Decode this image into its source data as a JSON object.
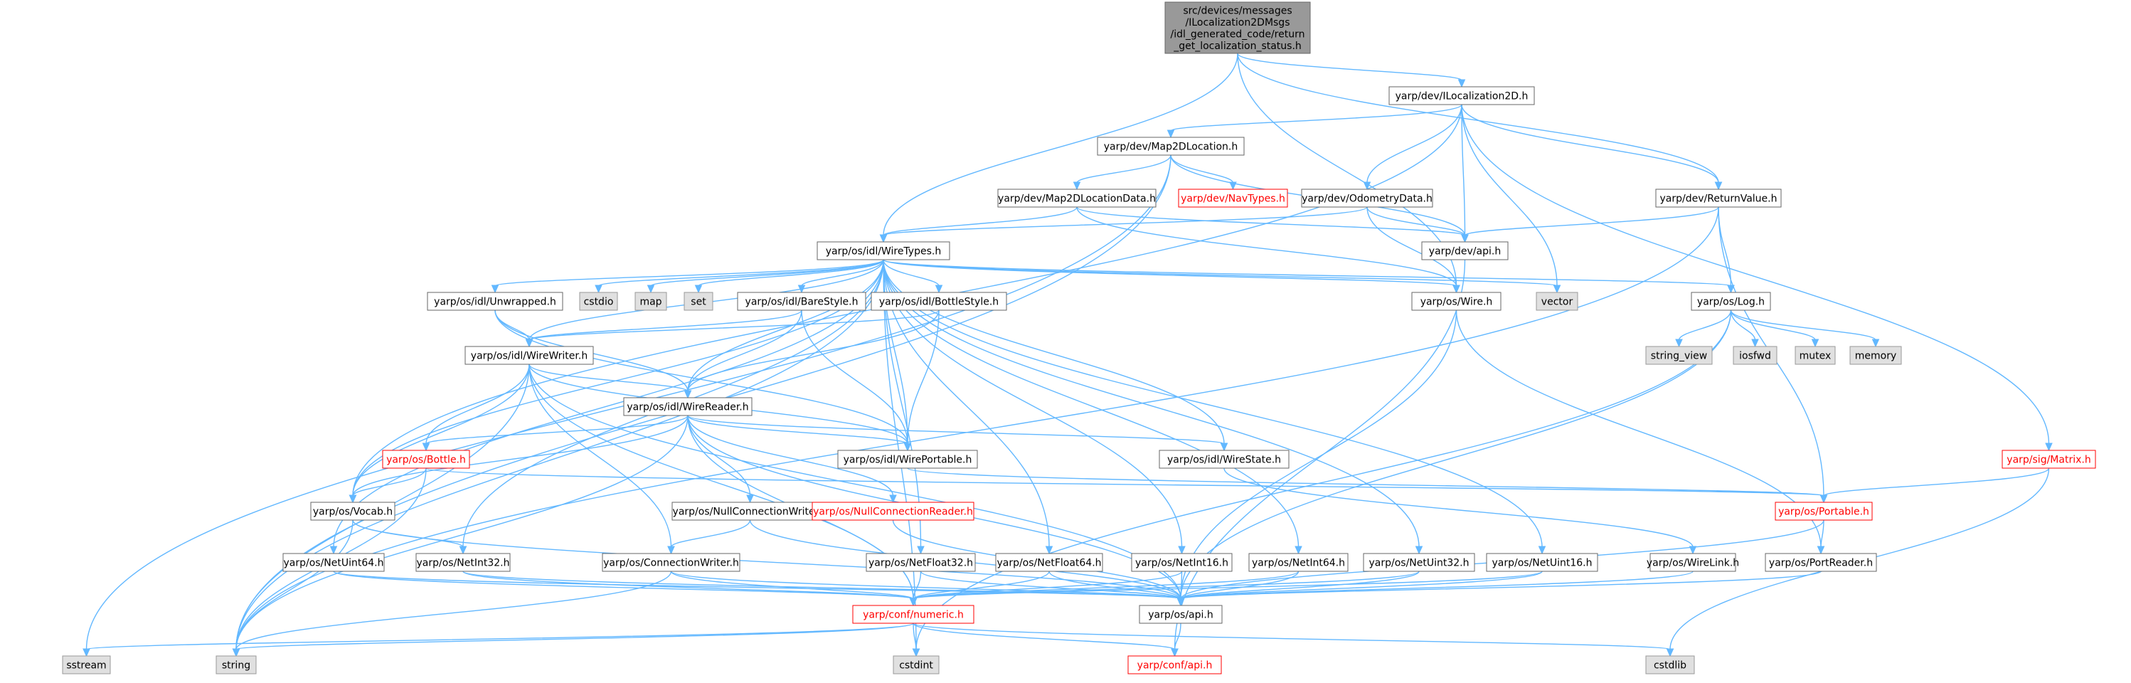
{
  "theme": {
    "edge_color": "#63b8ff",
    "root_fill": "#999999",
    "node_fill": "#ffffff",
    "node_border": "#666666",
    "system_fill": "#e0e0e0",
    "system_border": "#999999",
    "missing_border": "#ff0000",
    "missing_text": "#ff0000",
    "text_color": "#000000"
  },
  "nodes": [
    {
      "id": "root",
      "kind": "root",
      "lines": [
        "src/devices/messages",
        "/ILocalization2DMsgs",
        "/idl_generated_code/return",
        "_get_localization_status.h"
      ]
    },
    {
      "id": "ilocalization2d",
      "kind": "normal",
      "lines": [
        "yarp/dev/ILocalization2D.h"
      ]
    },
    {
      "id": "map2dlocation",
      "kind": "normal",
      "lines": [
        "yarp/dev/Map2DLocation.h"
      ]
    },
    {
      "id": "map2dlocationdata",
      "kind": "normal",
      "lines": [
        "yarp/dev/Map2DLocationData.h"
      ]
    },
    {
      "id": "navtypes",
      "kind": "missing",
      "lines": [
        "yarp/dev/NavTypes.h"
      ]
    },
    {
      "id": "odometrydata",
      "kind": "normal",
      "lines": [
        "yarp/dev/OdometryData.h"
      ]
    },
    {
      "id": "returnvalue",
      "kind": "normal",
      "lines": [
        "yarp/dev/ReturnValue.h"
      ]
    },
    {
      "id": "devapi",
      "kind": "normal",
      "lines": [
        "yarp/dev/api.h"
      ]
    },
    {
      "id": "wiretypes",
      "kind": "normal",
      "lines": [
        "yarp/os/idl/WireTypes.h"
      ]
    },
    {
      "id": "cstdio",
      "kind": "system",
      "lines": [
        "cstdio"
      ]
    },
    {
      "id": "map",
      "kind": "system",
      "lines": [
        "map"
      ]
    },
    {
      "id": "set",
      "kind": "system",
      "lines": [
        "set"
      ]
    },
    {
      "id": "vector",
      "kind": "system",
      "lines": [
        "vector"
      ]
    },
    {
      "id": "unwrapped",
      "kind": "normal",
      "lines": [
        "yarp/os/idl/Unwrapped.h"
      ]
    },
    {
      "id": "barestyle",
      "kind": "normal",
      "lines": [
        "yarp/os/idl/BareStyle.h"
      ]
    },
    {
      "id": "bottlestyle",
      "kind": "normal",
      "lines": [
        "yarp/os/idl/BottleStyle.h"
      ]
    },
    {
      "id": "wire",
      "kind": "normal",
      "lines": [
        "yarp/os/Wire.h"
      ]
    },
    {
      "id": "log",
      "kind": "normal",
      "lines": [
        "yarp/os/Log.h"
      ]
    },
    {
      "id": "string_view",
      "kind": "system",
      "lines": [
        "string_view"
      ]
    },
    {
      "id": "iosfwd",
      "kind": "system",
      "lines": [
        "iosfwd"
      ]
    },
    {
      "id": "mutex",
      "kind": "system",
      "lines": [
        "mutex"
      ]
    },
    {
      "id": "memory",
      "kind": "system",
      "lines": [
        "memory"
      ]
    },
    {
      "id": "wirewriter",
      "kind": "normal",
      "lines": [
        "yarp/os/idl/WireWriter.h"
      ]
    },
    {
      "id": "wirereader",
      "kind": "normal",
      "lines": [
        "yarp/os/idl/WireReader.h"
      ]
    },
    {
      "id": "bottle",
      "kind": "missing",
      "lines": [
        "yarp/os/Bottle.h"
      ]
    },
    {
      "id": "wireportable",
      "kind": "normal",
      "lines": [
        "yarp/os/idl/WirePortable.h"
      ]
    },
    {
      "id": "wirestate",
      "kind": "normal",
      "lines": [
        "yarp/os/idl/WireState.h"
      ]
    },
    {
      "id": "matrix",
      "kind": "missing",
      "lines": [
        "yarp/sig/Matrix.h"
      ]
    },
    {
      "id": "vocab",
      "kind": "normal",
      "lines": [
        "yarp/os/Vocab.h"
      ]
    },
    {
      "id": "nullconnwriter",
      "kind": "normal",
      "lines": [
        "yarp/os/NullConnectionWriter.h"
      ]
    },
    {
      "id": "nullconnreader",
      "kind": "missing",
      "lines": [
        "yarp/os/NullConnectionReader.h"
      ]
    },
    {
      "id": "portable",
      "kind": "missing",
      "lines": [
        "yarp/os/Portable.h"
      ]
    },
    {
      "id": "connwriter",
      "kind": "normal",
      "lines": [
        "yarp/os/ConnectionWriter.h"
      ]
    },
    {
      "id": "netuint64",
      "kind": "normal",
      "lines": [
        "yarp/os/NetUint64.h"
      ]
    },
    {
      "id": "netint32",
      "kind": "normal",
      "lines": [
        "yarp/os/NetInt32.h"
      ]
    },
    {
      "id": "netfloat32",
      "kind": "normal",
      "lines": [
        "yarp/os/NetFloat32.h"
      ]
    },
    {
      "id": "netfloat64",
      "kind": "normal",
      "lines": [
        "yarp/os/NetFloat64.h"
      ]
    },
    {
      "id": "netint16",
      "kind": "normal",
      "lines": [
        "yarp/os/NetInt16.h"
      ]
    },
    {
      "id": "netint64",
      "kind": "normal",
      "lines": [
        "yarp/os/NetInt64.h"
      ]
    },
    {
      "id": "netuint32",
      "kind": "normal",
      "lines": [
        "yarp/os/NetUint32.h"
      ]
    },
    {
      "id": "netuint16",
      "kind": "normal",
      "lines": [
        "yarp/os/NetUint16.h"
      ]
    },
    {
      "id": "wirelink",
      "kind": "normal",
      "lines": [
        "yarp/os/WireLink.h"
      ]
    },
    {
      "id": "portreader",
      "kind": "normal",
      "lines": [
        "yarp/os/PortReader.h"
      ]
    },
    {
      "id": "confnumeric",
      "kind": "missing",
      "lines": [
        "yarp/conf/numeric.h"
      ]
    },
    {
      "id": "osapi",
      "kind": "normal",
      "lines": [
        "yarp/os/api.h"
      ]
    },
    {
      "id": "sstream",
      "kind": "system",
      "lines": [
        "sstream"
      ]
    },
    {
      "id": "string",
      "kind": "system",
      "lines": [
        "string"
      ]
    },
    {
      "id": "cstdint",
      "kind": "system",
      "lines": [
        "cstdint"
      ]
    },
    {
      "id": "confapi",
      "kind": "missing",
      "lines": [
        "yarp/conf/api.h"
      ]
    },
    {
      "id": "cstdlib",
      "kind": "system",
      "lines": [
        "cstdlib"
      ]
    }
  ],
  "edges": [
    [
      "root",
      "ilocalization2d"
    ],
    [
      "root",
      "returnvalue"
    ],
    [
      "root",
      "wiretypes"
    ],
    [
      "root",
      "wire"
    ],
    [
      "ilocalization2d",
      "map2dlocation"
    ],
    [
      "ilocalization2d",
      "odometrydata"
    ],
    [
      "ilocalization2d",
      "returnvalue"
    ],
    [
      "ilocalization2d",
      "devapi"
    ],
    [
      "ilocalization2d",
      "vector"
    ],
    [
      "ilocalization2d",
      "vocab"
    ],
    [
      "ilocalization2d",
      "matrix"
    ],
    [
      "map2dlocation",
      "map2dlocationdata"
    ],
    [
      "map2dlocation",
      "navtypes"
    ],
    [
      "map2dlocation",
      "devapi"
    ],
    [
      "map2dlocation",
      "sstream"
    ],
    [
      "map2dlocation",
      "string"
    ],
    [
      "map2dlocationdata",
      "wiretypes"
    ],
    [
      "map2dlocationdata",
      "devapi"
    ],
    [
      "map2dlocationdata",
      "wire"
    ],
    [
      "odometrydata",
      "wiretypes"
    ],
    [
      "odometrydata",
      "devapi"
    ],
    [
      "odometrydata",
      "wire"
    ],
    [
      "returnvalue",
      "devapi"
    ],
    [
      "returnvalue",
      "log"
    ],
    [
      "returnvalue",
      "portable"
    ],
    [
      "returnvalue",
      "string"
    ],
    [
      "devapi",
      "confapi"
    ],
    [
      "wiretypes",
      "cstdio"
    ],
    [
      "wiretypes",
      "map"
    ],
    [
      "wiretypes",
      "set"
    ],
    [
      "wiretypes",
      "vector"
    ],
    [
      "wiretypes",
      "unwrapped"
    ],
    [
      "wiretypes",
      "barestyle"
    ],
    [
      "wiretypes",
      "bottlestyle"
    ],
    [
      "wiretypes",
      "wire"
    ],
    [
      "wiretypes",
      "log"
    ],
    [
      "wiretypes",
      "wirewriter"
    ],
    [
      "wiretypes",
      "wirereader"
    ],
    [
      "wiretypes",
      "wireportable"
    ],
    [
      "wiretypes",
      "wirestate"
    ],
    [
      "wiretypes",
      "string"
    ],
    [
      "wiretypes",
      "cstdint"
    ],
    [
      "wiretypes",
      "netuint64"
    ],
    [
      "wiretypes",
      "netint32"
    ],
    [
      "wiretypes",
      "netfloat32"
    ],
    [
      "wiretypes",
      "netfloat64"
    ],
    [
      "wiretypes",
      "netint16"
    ],
    [
      "wiretypes",
      "netint64"
    ],
    [
      "wiretypes",
      "netuint32"
    ],
    [
      "wiretypes",
      "netuint16"
    ],
    [
      "wiretypes",
      "vocab"
    ],
    [
      "unwrapped",
      "wirewriter"
    ],
    [
      "unwrapped",
      "wirereader"
    ],
    [
      "unwrapped",
      "wireportable"
    ],
    [
      "barestyle",
      "wirewriter"
    ],
    [
      "barestyle",
      "wirereader"
    ],
    [
      "barestyle",
      "wireportable"
    ],
    [
      "bottlestyle",
      "wirewriter"
    ],
    [
      "bottlestyle",
      "wirereader"
    ],
    [
      "bottlestyle",
      "wireportable"
    ],
    [
      "wire",
      "portreader"
    ],
    [
      "wire",
      "osapi"
    ],
    [
      "log",
      "string_view"
    ],
    [
      "log",
      "iosfwd"
    ],
    [
      "log",
      "mutex"
    ],
    [
      "log",
      "memory"
    ],
    [
      "log",
      "osapi"
    ],
    [
      "log",
      "cstdint"
    ],
    [
      "wirewriter",
      "wirereader"
    ],
    [
      "wirewriter",
      "bottle"
    ],
    [
      "wirewriter",
      "wireportable"
    ],
    [
      "wirewriter",
      "vocab"
    ],
    [
      "wirewriter",
      "connwriter"
    ],
    [
      "wirewriter",
      "confnumeric"
    ],
    [
      "wirewriter",
      "osapi"
    ],
    [
      "wirewriter",
      "string"
    ],
    [
      "wirereader",
      "bottle"
    ],
    [
      "wirereader",
      "wireportable"
    ],
    [
      "wirereader",
      "wirestate"
    ],
    [
      "wirereader",
      "vocab"
    ],
    [
      "wirereader",
      "nullconnwriter"
    ],
    [
      "wirereader",
      "nullconnreader"
    ],
    [
      "wirereader",
      "confnumeric"
    ],
    [
      "wirereader",
      "osapi"
    ],
    [
      "wirereader",
      "string"
    ],
    [
      "bottle",
      "portable"
    ],
    [
      "bottle",
      "vocab"
    ],
    [
      "bottle",
      "string"
    ],
    [
      "wireportable",
      "portable"
    ],
    [
      "wirestate",
      "wirelink"
    ],
    [
      "matrix",
      "portable"
    ],
    [
      "matrix",
      "cstdlib"
    ],
    [
      "vocab",
      "netint32"
    ],
    [
      "vocab",
      "osapi"
    ],
    [
      "vocab",
      "string"
    ],
    [
      "nullconnwriter",
      "connwriter"
    ],
    [
      "nullconnwriter",
      "osapi"
    ],
    [
      "nullconnreader",
      "osapi"
    ],
    [
      "portable",
      "portreader"
    ],
    [
      "portable",
      "osapi"
    ],
    [
      "connwriter",
      "confnumeric"
    ],
    [
      "connwriter",
      "osapi"
    ],
    [
      "connwriter",
      "string"
    ],
    [
      "netuint64",
      "confnumeric"
    ],
    [
      "netuint64",
      "osapi"
    ],
    [
      "netint32",
      "confnumeric"
    ],
    [
      "netint32",
      "osapi"
    ],
    [
      "netfloat32",
      "confnumeric"
    ],
    [
      "netfloat32",
      "osapi"
    ],
    [
      "netfloat64",
      "confnumeric"
    ],
    [
      "netfloat64",
      "osapi"
    ],
    [
      "netint16",
      "confnumeric"
    ],
    [
      "netint16",
      "osapi"
    ],
    [
      "netint64",
      "confnumeric"
    ],
    [
      "netint64",
      "osapi"
    ],
    [
      "netuint32",
      "confnumeric"
    ],
    [
      "netuint32",
      "osapi"
    ],
    [
      "netuint16",
      "confnumeric"
    ],
    [
      "netuint16",
      "osapi"
    ],
    [
      "wirelink",
      "osapi"
    ],
    [
      "portreader",
      "osapi"
    ],
    [
      "confnumeric",
      "confapi"
    ],
    [
      "confnumeric",
      "cstdint"
    ],
    [
      "confnumeric",
      "cstdlib"
    ],
    [
      "confnumeric",
      "sstream"
    ],
    [
      "confnumeric",
      "string"
    ],
    [
      "osapi",
      "confapi"
    ]
  ]
}
